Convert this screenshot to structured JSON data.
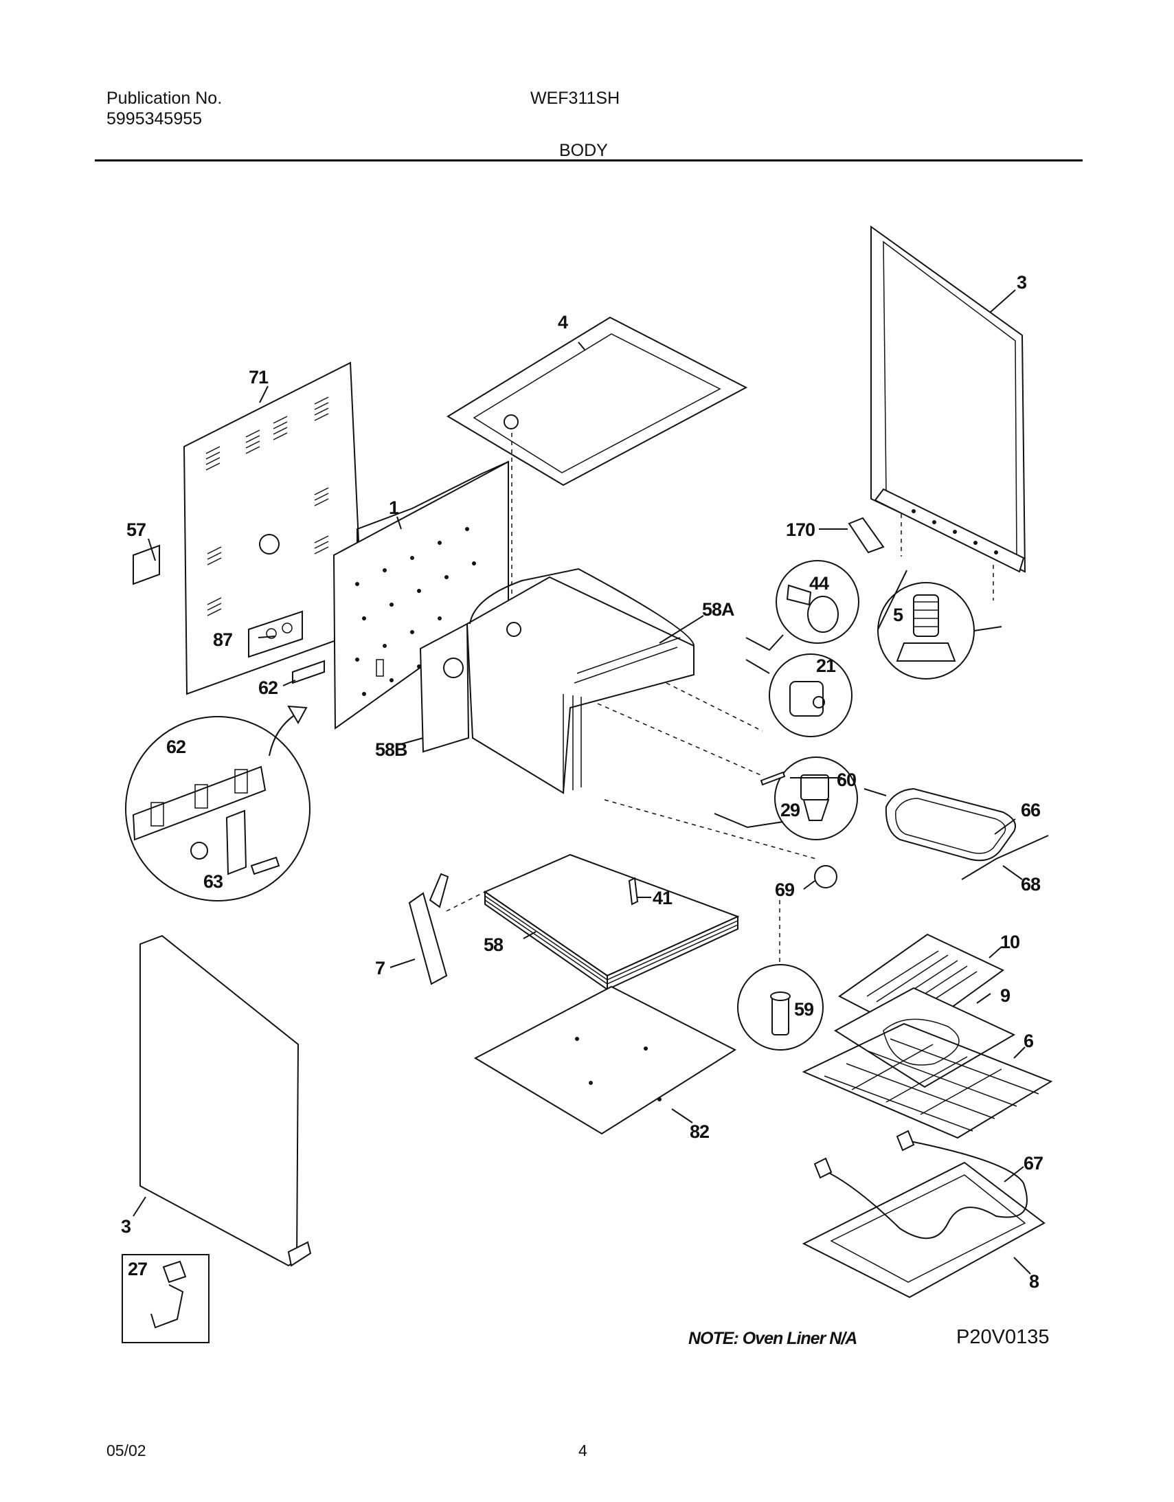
{
  "header": {
    "publication_label": "Publication No.",
    "publication_number": "5995345955",
    "model": "WEF311SH",
    "section": "BODY"
  },
  "callouts": [
    "71",
    "57",
    "87",
    "62",
    "62",
    "63",
    "1",
    "4",
    "58A",
    "58B",
    "44",
    "21",
    "60",
    "29",
    "170",
    "5",
    "3",
    "66",
    "68",
    "69",
    "41",
    "58",
    "7",
    "10",
    "9",
    "6",
    "59",
    "82",
    "67",
    "8",
    "3",
    "27"
  ],
  "note": "NOTE: Oven Liner N/A",
  "diagram_code": "P20V0135",
  "footer": {
    "date": "05/02",
    "page": "4"
  }
}
